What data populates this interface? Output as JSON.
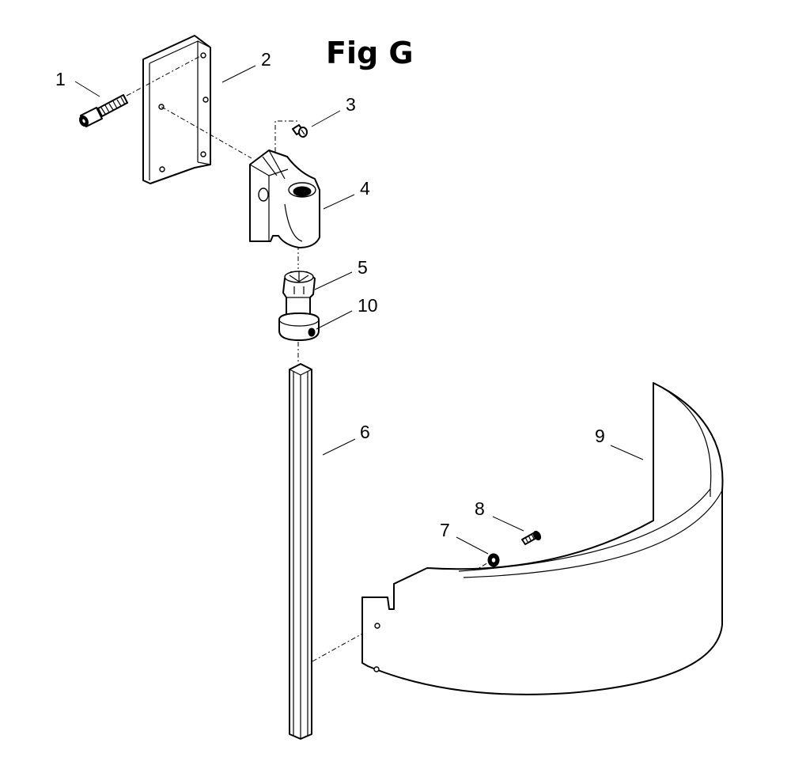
{
  "figure": {
    "title": "Fig G",
    "callouts": [
      "1",
      "2",
      "3",
      "4",
      "5",
      "10",
      "6",
      "9",
      "8",
      "7"
    ]
  }
}
